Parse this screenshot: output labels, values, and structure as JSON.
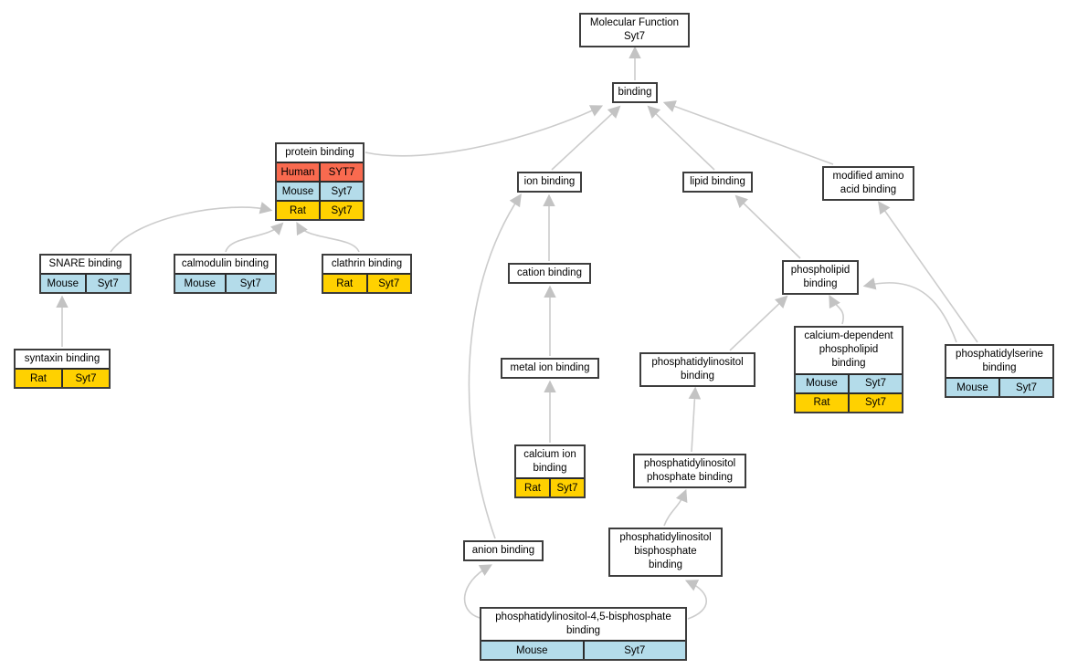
{
  "diagram": {
    "title": "Molecular Function Syt7",
    "colors": {
      "human": "#f96a4f",
      "mouse": "#b4dcea",
      "rat": "#ffd100",
      "edge": "#cccccc",
      "border": "#3d3d3d"
    },
    "nodes": {
      "molecular_function": {
        "label": "Molecular Function\nSyt7"
      },
      "binding": {
        "label": "binding"
      },
      "protein_binding": {
        "label": "protein binding",
        "rows": [
          {
            "species": "Human",
            "gene": "SYT7",
            "color": "human"
          },
          {
            "species": "Mouse",
            "gene": "Syt7",
            "color": "mouse"
          },
          {
            "species": "Rat",
            "gene": "Syt7",
            "color": "rat"
          }
        ]
      },
      "snare_binding": {
        "label": "SNARE binding",
        "rows": [
          {
            "species": "Mouse",
            "gene": "Syt7",
            "color": "mouse"
          }
        ]
      },
      "calmodulin_binding": {
        "label": "calmodulin binding",
        "rows": [
          {
            "species": "Mouse",
            "gene": "Syt7",
            "color": "mouse"
          }
        ]
      },
      "clathrin_binding": {
        "label": "clathrin binding",
        "rows": [
          {
            "species": "Rat",
            "gene": "Syt7",
            "color": "rat"
          }
        ]
      },
      "syntaxin_binding": {
        "label": "syntaxin binding",
        "rows": [
          {
            "species": "Rat",
            "gene": "Syt7",
            "color": "rat"
          }
        ]
      },
      "ion_binding": {
        "label": "ion binding"
      },
      "cation_binding": {
        "label": "cation binding"
      },
      "metal_ion_binding": {
        "label": "metal ion binding"
      },
      "calcium_ion_binding": {
        "label": "calcium ion\nbinding",
        "rows": [
          {
            "species": "Rat",
            "gene": "Syt7",
            "color": "rat"
          }
        ]
      },
      "anion_binding": {
        "label": "anion binding"
      },
      "pi45bp_binding": {
        "label": "phosphatidylinositol-4,5-bisphosphate\nbinding",
        "rows": [
          {
            "species": "Mouse",
            "gene": "Syt7",
            "color": "mouse"
          }
        ]
      },
      "lipid_binding": {
        "label": "lipid binding"
      },
      "phospholipid_binding": {
        "label": "phospholipid\nbinding"
      },
      "pi_binding": {
        "label": "phosphatidylinositol\nbinding"
      },
      "pip_binding": {
        "label": "phosphatidylinositol\nphosphate binding"
      },
      "pibp_binding": {
        "label": "phosphatidylinositol\nbisphosphate\nbinding"
      },
      "cadep_phospholipid_binding": {
        "label": "calcium-dependent\nphospholipid\nbinding",
        "rows": [
          {
            "species": "Mouse",
            "gene": "Syt7",
            "color": "mouse"
          },
          {
            "species": "Rat",
            "gene": "Syt7",
            "color": "rat"
          }
        ]
      },
      "modified_amino_acid_binding": {
        "label": "modified amino\nacid binding"
      },
      "phosphatidylserine_binding": {
        "label": "phosphatidylserine\nbinding",
        "rows": [
          {
            "species": "Mouse",
            "gene": "Syt7",
            "color": "mouse"
          }
        ]
      }
    }
  }
}
